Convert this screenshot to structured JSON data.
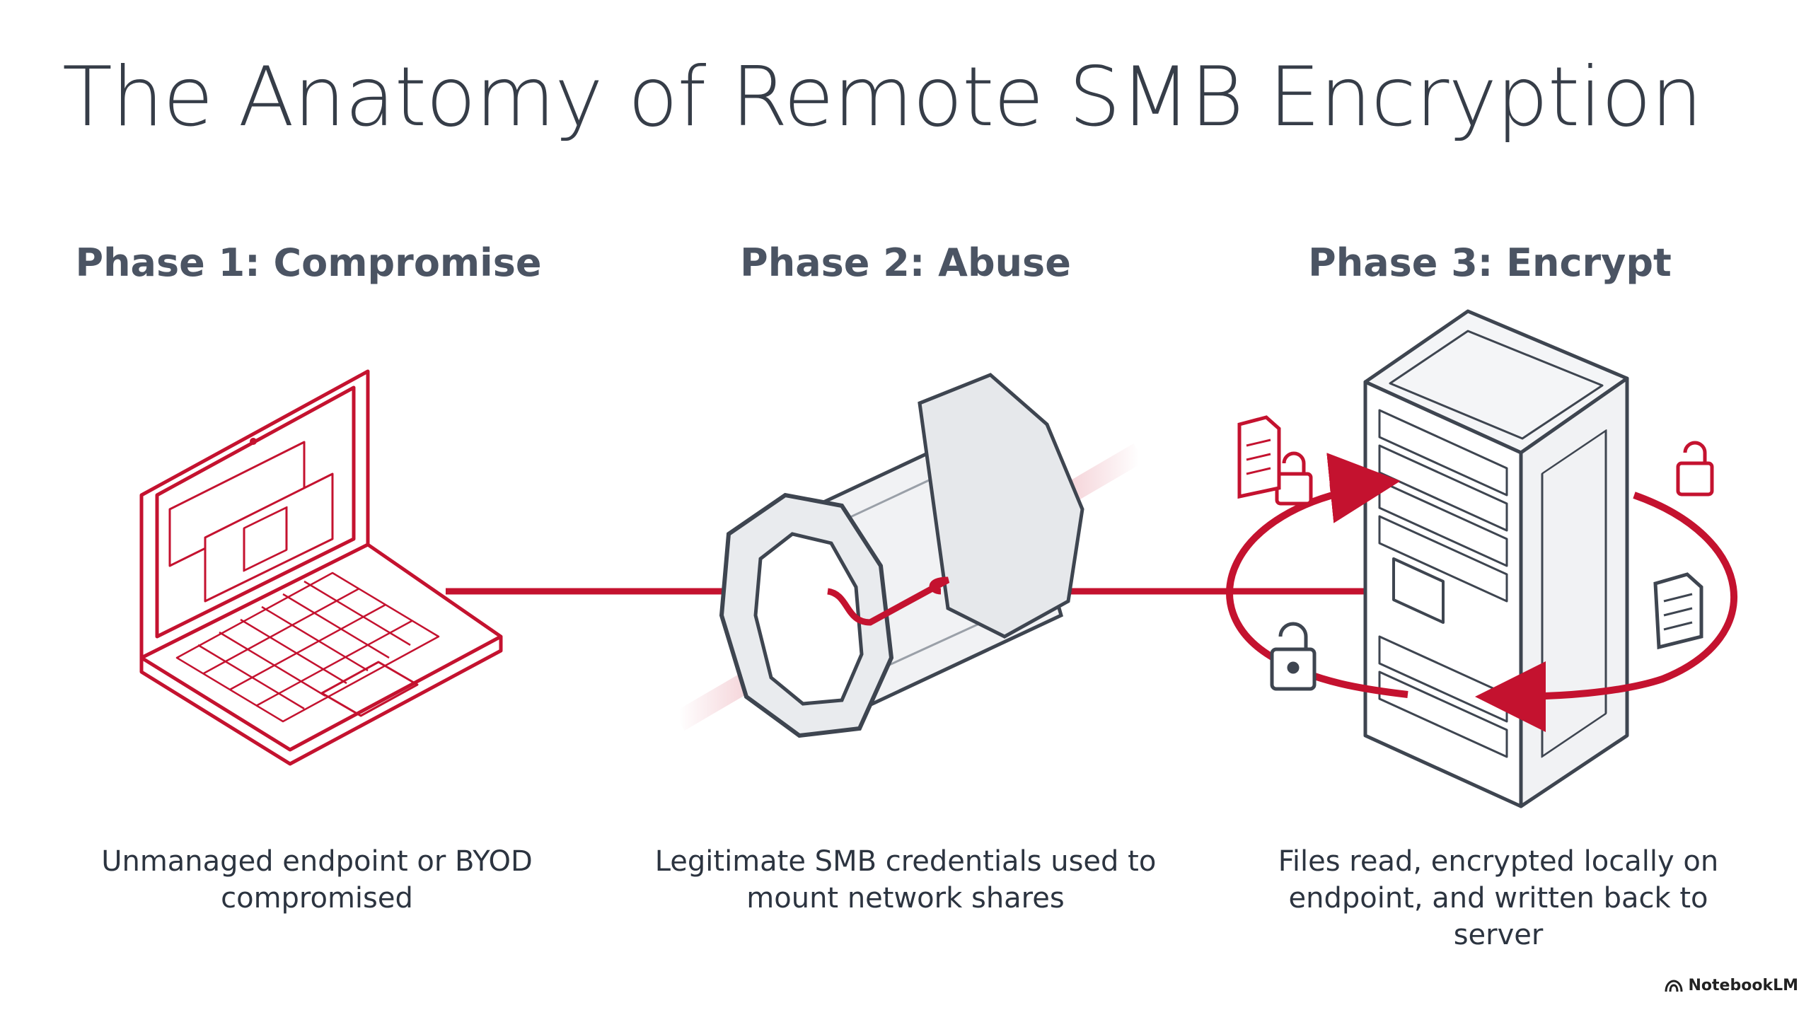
{
  "title": "The Anatomy of Remote SMB Encryption",
  "phases": [
    {
      "heading": "Phase 1: Compromise",
      "caption": "Unmanaged endpoint or BYOD compromised"
    },
    {
      "heading": "Phase 2: Abuse",
      "caption": "Legitimate SMB credentials used to mount network shares"
    },
    {
      "heading": "Phase 3: Encrypt",
      "caption": "Files read, encrypted locally on endpoint, and written back to server"
    }
  ],
  "brand": {
    "name": "NotebookLM",
    "icon": "notebooklm-logo-icon"
  },
  "colors": {
    "accent": "#c4122f",
    "outline": "#3e4550",
    "text": "#363d48"
  },
  "icons": [
    "laptop-icon",
    "smb-tunnel-icon",
    "server-rack-icon",
    "lock-icon",
    "document-icon"
  ]
}
